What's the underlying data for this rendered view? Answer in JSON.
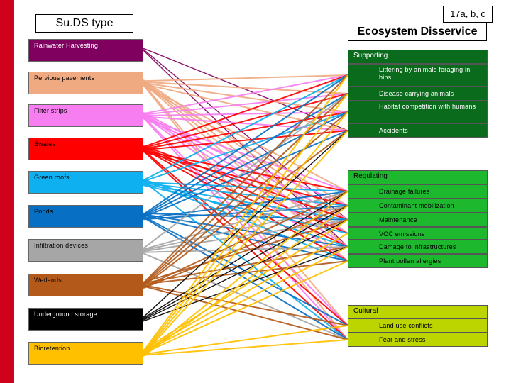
{
  "slide_ref": "17a, b, c",
  "suds_header": "Su.DS type",
  "eco_header": "Ecosystem Disservice",
  "suds_types": [
    {
      "label": "Rainwater Harvesting",
      "color": "#800060",
      "text_color": "#ffffff"
    },
    {
      "label": "Pervious pavements",
      "color": "#f0aa82",
      "text_color": "#000000"
    },
    {
      "label": "Filter strips",
      "color": "#f77ef0",
      "text_color": "#000000"
    },
    {
      "label": "Swales",
      "color": "#ff0000",
      "text_color": "#000000"
    },
    {
      "label": "Green roofs",
      "color": "#0eb0ef",
      "text_color": "#000000"
    },
    {
      "label": "Ponds",
      "color": "#0870c4",
      "text_color": "#000000"
    },
    {
      "label": "Infiltration devices",
      "color": "#a6a6a6",
      "text_color": "#000000"
    },
    {
      "label": "Wetlands",
      "color": "#b35a1a",
      "text_color": "#000000"
    },
    {
      "label": "Underground storage",
      "color": "#000000",
      "text_color": "#ffffff"
    },
    {
      "label": "Bioretention",
      "color": "#ffc000",
      "text_color": "#000000"
    }
  ],
  "groups": [
    {
      "label": "Supporting",
      "color": "#0b6b1d",
      "text_color": "#ffffff",
      "items": [
        "Littering by animals foraging in bins",
        "Disease carrying animals",
        "Habitat competition with humans",
        "Accidents"
      ]
    },
    {
      "label": "Regulating",
      "color": "#1db82e",
      "text_color": "#000000",
      "items": [
        "Drainage failures",
        "Contaminant mobilization",
        "Maintenance",
        "VOC emissions",
        "Damage to infrastructures",
        "Plant pollen allergies"
      ]
    },
    {
      "label": "Cultural",
      "color": "#bcd400",
      "text_color": "#000000",
      "items": [
        "Land use conflicts",
        "Fear and stress"
      ]
    }
  ],
  "links": [
    [
      0,
      3
    ],
    [
      0,
      6
    ],
    [
      0,
      8
    ],
    [
      1,
      0
    ],
    [
      1,
      1
    ],
    [
      1,
      2
    ],
    [
      1,
      3
    ],
    [
      1,
      4
    ],
    [
      1,
      5
    ],
    [
      1,
      6
    ],
    [
      1,
      7
    ],
    [
      1,
      8
    ],
    [
      1,
      9
    ],
    [
      1,
      10
    ],
    [
      1,
      11
    ],
    [
      2,
      0
    ],
    [
      2,
      1
    ],
    [
      2,
      2
    ],
    [
      2,
      3
    ],
    [
      2,
      4
    ],
    [
      2,
      5
    ],
    [
      2,
      6
    ],
    [
      2,
      7
    ],
    [
      2,
      8
    ],
    [
      2,
      9
    ],
    [
      2,
      10
    ],
    [
      2,
      11
    ],
    [
      3,
      0
    ],
    [
      3,
      1
    ],
    [
      3,
      2
    ],
    [
      3,
      3
    ],
    [
      3,
      4
    ],
    [
      3,
      5
    ],
    [
      3,
      6
    ],
    [
      3,
      7
    ],
    [
      3,
      8
    ],
    [
      3,
      9
    ],
    [
      3,
      10
    ],
    [
      3,
      11
    ],
    [
      4,
      0
    ],
    [
      4,
      2
    ],
    [
      4,
      4
    ],
    [
      4,
      5
    ],
    [
      4,
      6
    ],
    [
      4,
      7
    ],
    [
      4,
      8
    ],
    [
      4,
      9
    ],
    [
      4,
      11
    ],
    [
      5,
      0
    ],
    [
      5,
      1
    ],
    [
      5,
      2
    ],
    [
      5,
      3
    ],
    [
      5,
      4
    ],
    [
      5,
      5
    ],
    [
      5,
      6
    ],
    [
      5,
      8
    ],
    [
      5,
      9
    ],
    [
      5,
      10
    ],
    [
      5,
      11
    ],
    [
      6,
      1
    ],
    [
      6,
      4
    ],
    [
      6,
      5
    ],
    [
      6,
      6
    ],
    [
      6,
      8
    ],
    [
      6,
      11
    ],
    [
      7,
      0
    ],
    [
      7,
      1
    ],
    [
      7,
      2
    ],
    [
      7,
      3
    ],
    [
      7,
      4
    ],
    [
      7,
      5
    ],
    [
      7,
      6
    ],
    [
      7,
      8
    ],
    [
      7,
      9
    ],
    [
      7,
      10
    ],
    [
      7,
      11
    ],
    [
      8,
      3
    ],
    [
      8,
      4
    ],
    [
      8,
      5
    ],
    [
      8,
      6
    ],
    [
      8,
      8
    ],
    [
      9,
      0
    ],
    [
      9,
      1
    ],
    [
      9,
      2
    ],
    [
      9,
      3
    ],
    [
      9,
      4
    ],
    [
      9,
      5
    ],
    [
      9,
      6
    ],
    [
      9,
      7
    ],
    [
      9,
      8
    ],
    [
      9,
      9
    ],
    [
      9,
      10
    ],
    [
      9,
      11
    ]
  ]
}
